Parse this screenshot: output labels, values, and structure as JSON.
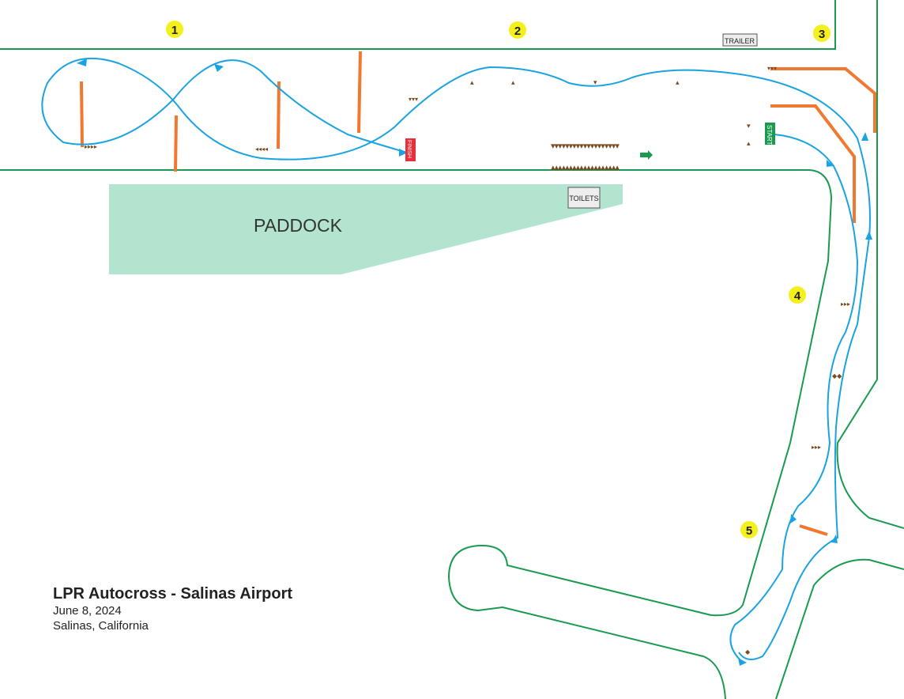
{
  "map": {
    "title": "LPR Autocross - Salinas Airport",
    "date": "June 8, 2024",
    "location": "Salinas, California",
    "areas": {
      "paddock": "PADDOCK",
      "toilets": "TOILETS",
      "trailer": "TRAILER"
    },
    "signs": {
      "start": "START",
      "finish": "FINISH"
    },
    "markers": [
      "1",
      "2",
      "3",
      "4",
      "5"
    ],
    "colors": {
      "road": "#1a9a50",
      "course": "#1aa3e0",
      "wall": "#f07830",
      "paddock": "#b2e4cf",
      "marker": "#f4f01e",
      "start": "#1a9a50",
      "finish": "#e8303a"
    }
  }
}
